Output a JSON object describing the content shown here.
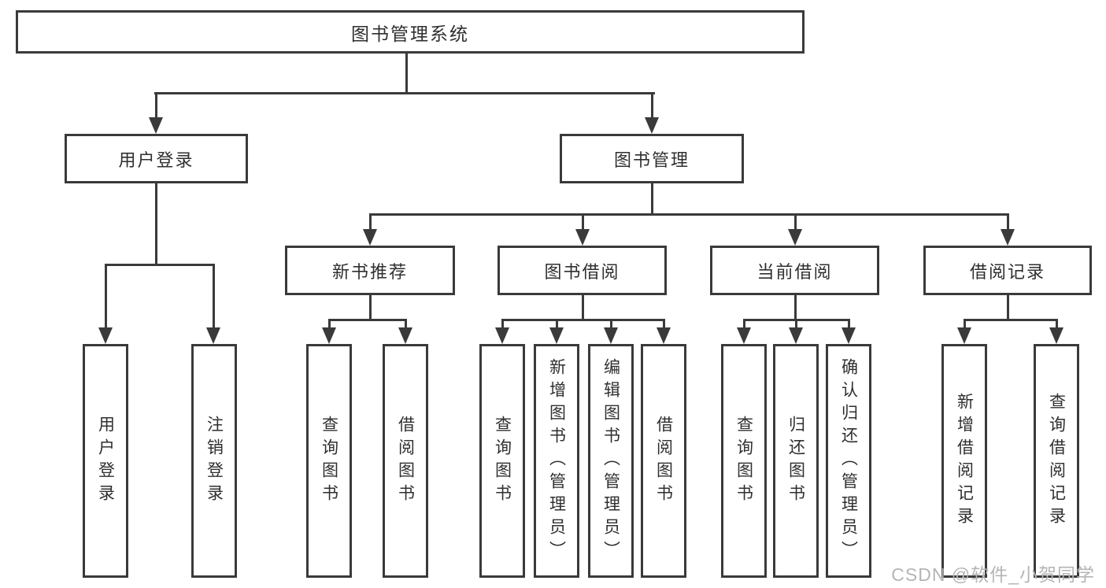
{
  "nodes": {
    "root": "图书管理系统",
    "user_login": "用户登录",
    "book_mgmt": "图书管理",
    "new_book_rec": "新书推荐",
    "book_borrow": "图书借阅",
    "current_borrow": "当前借阅",
    "borrow_record": "借阅记录"
  },
  "leaves": {
    "user_login": [
      "用户登录",
      "注销登录"
    ],
    "new_book_rec": [
      "查询图书",
      "借阅图书"
    ],
    "book_borrow": [
      "查询图书",
      "新增图书（管理员）",
      "编辑图书（管理员）",
      "借阅图书"
    ],
    "current_borrow": [
      "查询图书",
      "归还图书",
      "确认归还（管理员）"
    ],
    "borrow_record": [
      "新增借阅记录",
      "查询借阅记录"
    ]
  },
  "watermark": "CSDN @软件_小贺同学",
  "colors": {
    "line": "#3a3a3a",
    "text": "#2f2f2f",
    "watermark": "#b5b5b5",
    "background": "#ffffff"
  }
}
